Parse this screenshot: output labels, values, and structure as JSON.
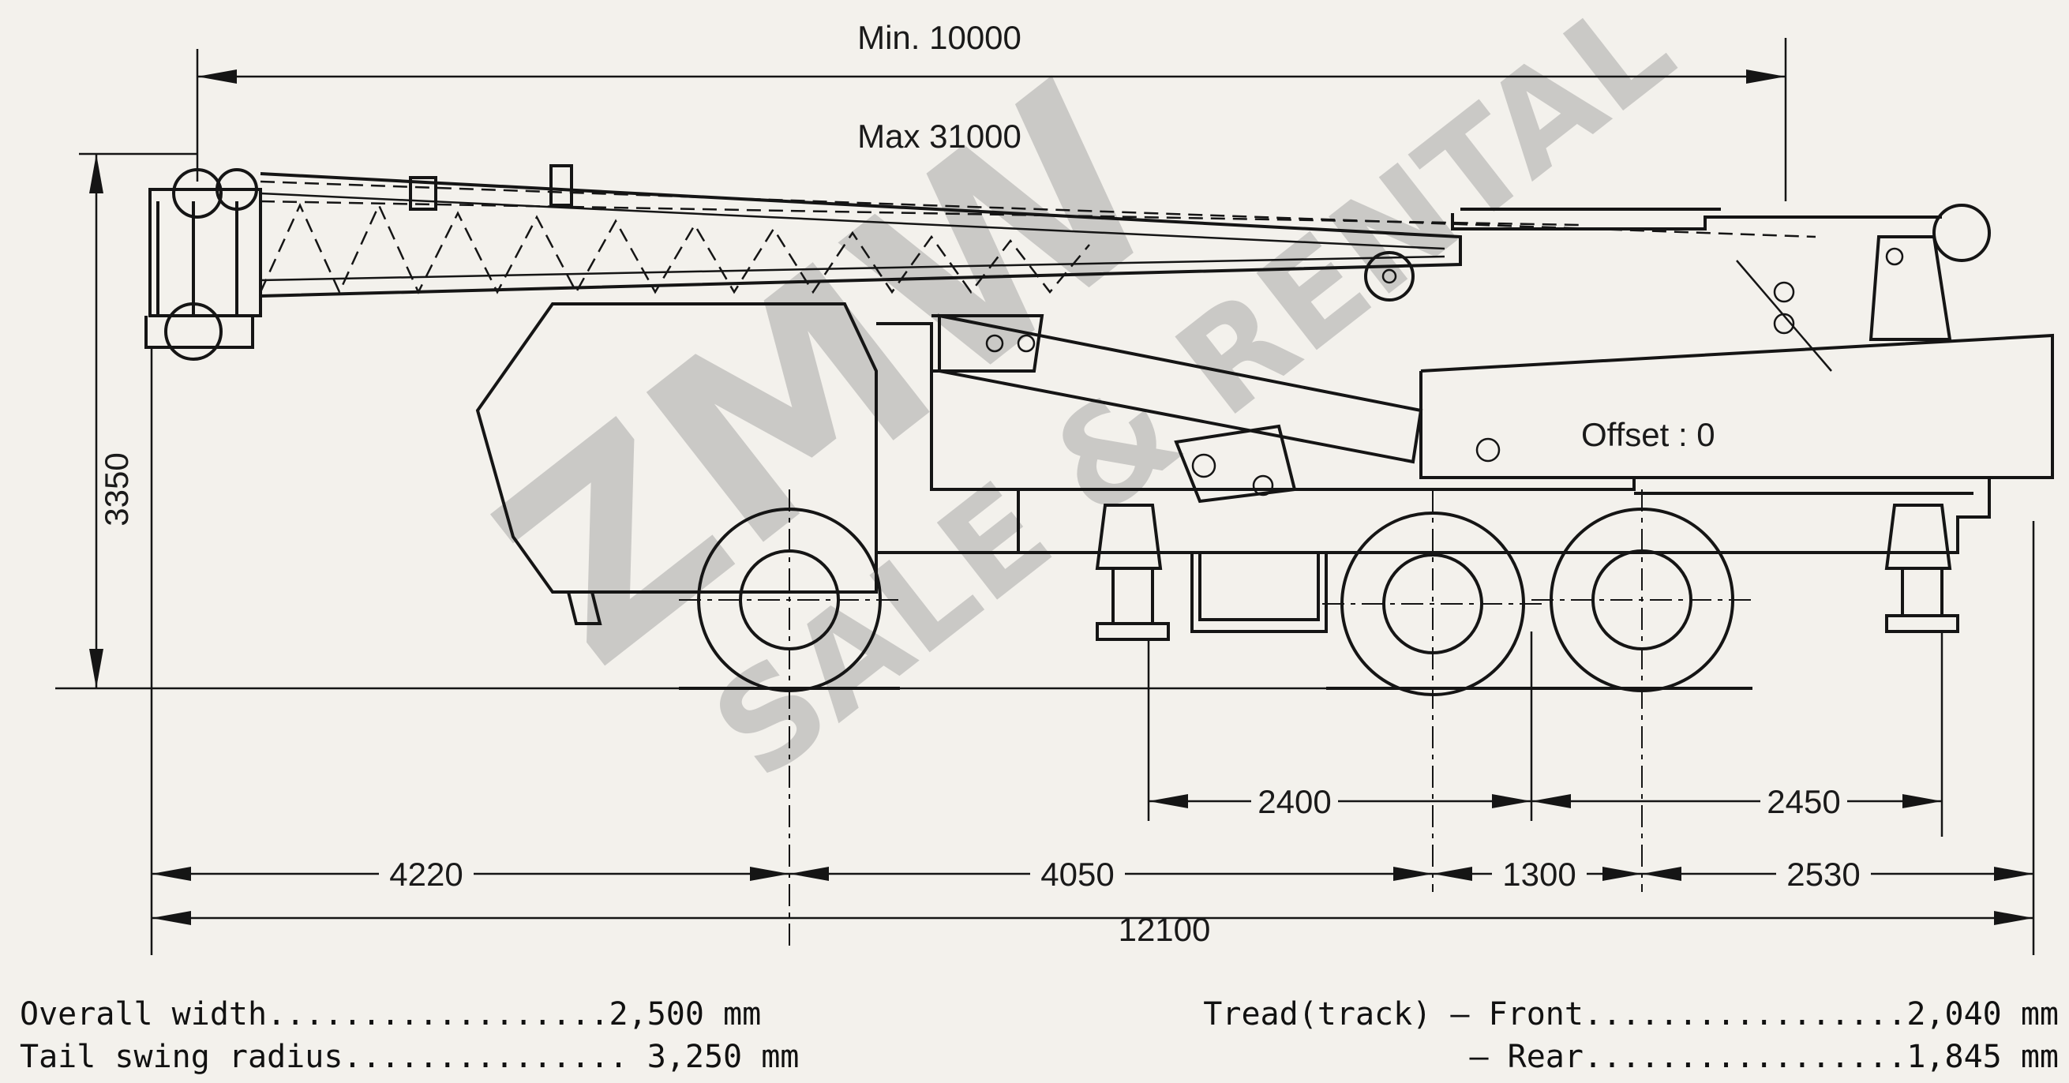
{
  "dimensions": {
    "min_length": "Min. 10000",
    "max_length": "Max 31000",
    "height": "3350",
    "offset": "Offset : 0",
    "seg_2400": "2400",
    "seg_2450": "2450",
    "seg_4220": "4220",
    "seg_4050": "4050",
    "seg_1300": "1300",
    "seg_2530": "2530",
    "overall_length": "12100"
  },
  "specs": {
    "overall_width": "Overall width..................2,500 mm",
    "tail_swing": "Tail swing radius............... 3,250 mm",
    "tread_front": "Tread(track) — Front.................2,040 mm",
    "tread_rear": "— Rear.................1,845 mm"
  },
  "watermark": {
    "line1": "ZMW",
    "line2": "SALE & RENTAL"
  }
}
